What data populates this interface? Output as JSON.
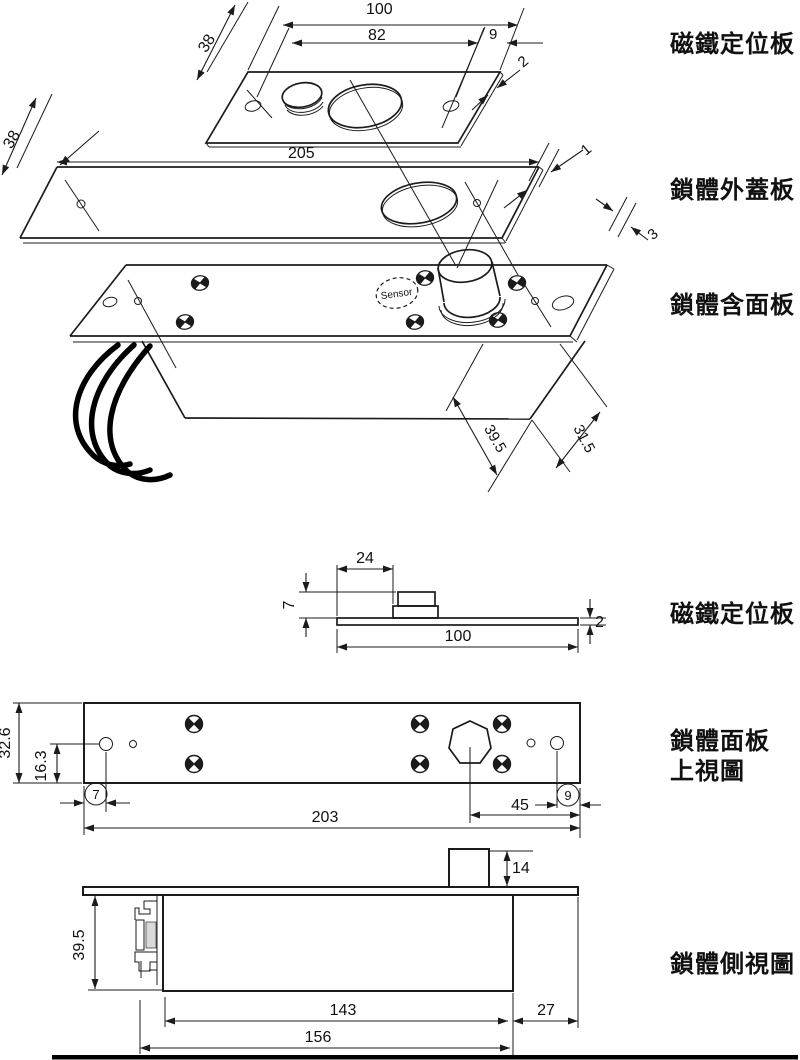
{
  "part_labels": {
    "magnet_plate": "磁鐵定位板",
    "cover_plate": "鎖體外蓋板",
    "body_with_panel": "鎖體含面板",
    "magnet_plate_side": "磁鐵定位板",
    "panel_top_line1": "鎖體面板",
    "panel_top_line2": "上視圖",
    "side_view": "鎖體側視圖"
  },
  "annotations": {
    "sensor": "Sensor"
  },
  "dims": {
    "exploded": {
      "plate_width": "100",
      "hole_span": "82",
      "hole_edge": "9",
      "plate_thickness": "2",
      "plate_depth": "38",
      "cover_depth": "38",
      "cover_length": "205",
      "cover_thickness": "1",
      "panel_thickness": "3",
      "body_height": "39.5",
      "body_depth": "31.5"
    },
    "magnet_side": {
      "block_offset": "24",
      "block_height": "7",
      "plate_length": "100",
      "plate_thickness": "2"
    },
    "panel_top": {
      "panel_width": "32.6",
      "hole_center": "16.3",
      "hole_left_offset": "7",
      "panel_length": "203",
      "bolt_to_edge": "45",
      "hole_right_offset": "9"
    },
    "lock_side": {
      "bolt_height": "14",
      "body_height": "39.5",
      "body_length": "143",
      "panel_overhang": "27",
      "overall": "156"
    }
  }
}
